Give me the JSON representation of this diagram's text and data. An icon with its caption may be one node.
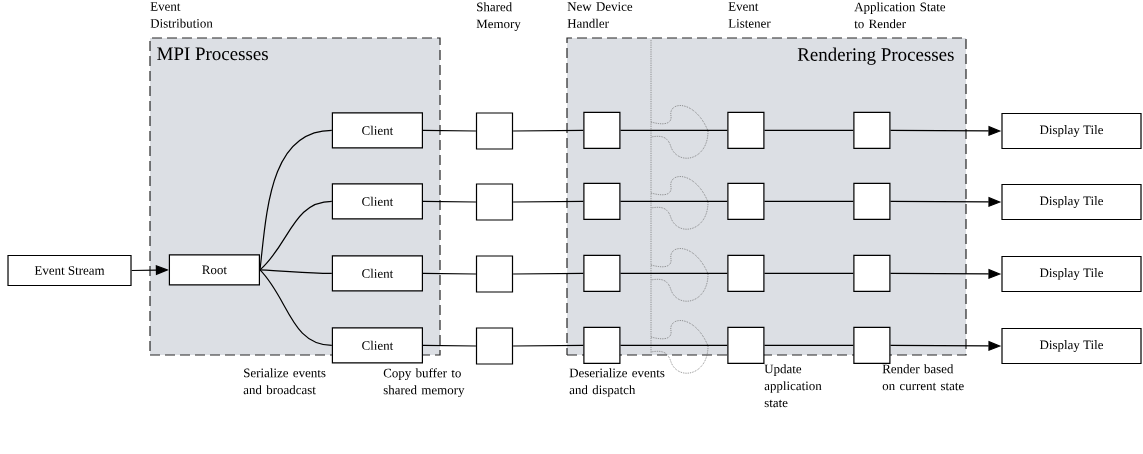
{
  "diagram": {
    "nodes": [
      {
        "text": [
          "MPI Processes"
        ]
      },
      {
        "text": [
          "Rendering Processes"
        ]
      },
      {
        "text": [
          "Event Stream"
        ]
      },
      {
        "text": [
          "Root"
        ],
        "in": 0
      },
      {
        "text": [
          "Client"
        ],
        "in": 0
      },
      {
        "text": [],
        "shape": "box"
      },
      {
        "text": [],
        "shape": "box",
        "in": 1
      },
      {
        "text": [],
        "shape": "box",
        "in": 1
      },
      {
        "text": [],
        "shape": "box",
        "in": 1
      },
      {
        "text": [
          "Display Tile"
        ]
      },
      {
        "text": [
          "Client"
        ],
        "in": 0
      },
      {
        "text": [],
        "shape": "box"
      },
      {
        "text": [],
        "shape": "box",
        "in": 1
      },
      {
        "text": [],
        "shape": "box",
        "in": 1
      },
      {
        "text": [],
        "shape": "box",
        "in": 1
      },
      {
        "text": [
          "Display Tile"
        ]
      },
      {
        "text": [
          "Client"
        ],
        "in": 0
      },
      {
        "text": [],
        "shape": "box"
      },
      {
        "text": [],
        "shape": "box",
        "in": 1
      },
      {
        "text": [],
        "shape": "box",
        "in": 1
      },
      {
        "text": [],
        "shape": "box",
        "in": 1
      },
      {
        "text": [
          "Display Tile"
        ]
      },
      {
        "text": [
          "Client"
        ],
        "in": 0
      },
      {
        "text": [],
        "shape": "box"
      },
      {
        "text": [],
        "shape": "box",
        "in": 1
      },
      {
        "text": [],
        "shape": "box",
        "in": 1
      },
      {
        "text": [],
        "shape": "box",
        "in": 1
      },
      {
        "text": [
          "Display Tile"
        ]
      }
    ],
    "edges": [
      {
        "from": 2,
        "to": 3,
        "arrow": "to"
      },
      {
        "from": 3,
        "to": 4,
        "arrow": "none"
      },
      {
        "from": 3,
        "to": 10,
        "arrow": "none"
      },
      {
        "from": 3,
        "to": 16,
        "arrow": "none"
      },
      {
        "from": 3,
        "to": 22,
        "arrow": "none"
      },
      {
        "from": 4,
        "to": 5,
        "arrow": "none"
      },
      {
        "from": 5,
        "to": 6,
        "arrow": "none"
      },
      {
        "from": 6,
        "to": 7,
        "arrow": "none"
      },
      {
        "from": 7,
        "to": 8,
        "arrow": "none"
      },
      {
        "from": 8,
        "to": 9,
        "arrow": "to"
      },
      {
        "from": 10,
        "to": 11,
        "arrow": "none"
      },
      {
        "from": 11,
        "to": 12,
        "arrow": "none"
      },
      {
        "from": 12,
        "to": 13,
        "arrow": "none"
      },
      {
        "from": 13,
        "to": 14,
        "arrow": "none"
      },
      {
        "from": 14,
        "to": 15,
        "arrow": "to"
      },
      {
        "from": 16,
        "to": 17,
        "arrow": "none"
      },
      {
        "from": 17,
        "to": 18,
        "arrow": "none"
      },
      {
        "from": 18,
        "to": 19,
        "arrow": "none"
      },
      {
        "from": 19,
        "to": 20,
        "arrow": "none"
      },
      {
        "from": 20,
        "to": 21,
        "arrow": "to"
      },
      {
        "from": 22,
        "to": 23,
        "arrow": "none"
      },
      {
        "from": 23,
        "to": 24,
        "arrow": "none"
      },
      {
        "from": 24,
        "to": 25,
        "arrow": "none"
      },
      {
        "from": 25,
        "to": 26,
        "arrow": "none"
      },
      {
        "from": 26,
        "to": 27,
        "arrow": "to"
      }
    ],
    "labels": [
      "Event Distribution",
      "Shared Memory",
      "New Device Handler",
      "Event Listener",
      "Application State to Render",
      "Serialize events and broadcast",
      "Copy buffer to shared memory",
      "Deserialize events and dispatch",
      "Update application state",
      "Render based on current state"
    ]
  }
}
